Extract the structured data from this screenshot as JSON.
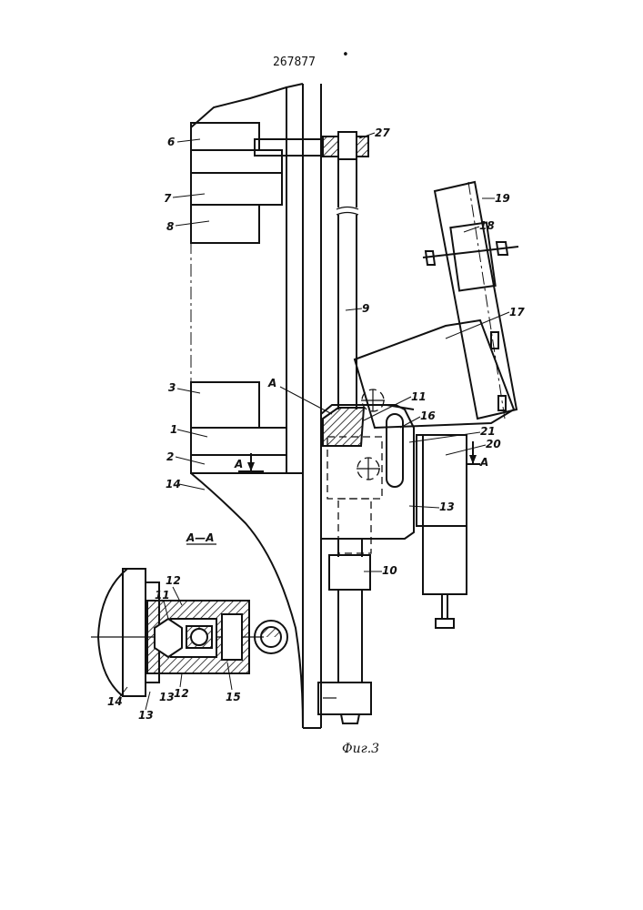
{
  "patent_number": "267877",
  "figure_caption": "Фиг.3",
  "section_title": "A—A",
  "section_marks": [
    "A",
    "A",
    "A"
  ],
  "part_labels": {
    "p1": "1",
    "p2": "2",
    "p3": "3",
    "p6": "6",
    "p7": "7",
    "p8": "8",
    "p9": "9",
    "p10": "10",
    "p11": "11",
    "p13": "13",
    "p14": "14",
    "p16": "16",
    "p17": "17",
    "p18": "18",
    "p19": "19",
    "p20": "20",
    "p21": "21",
    "p27": "27"
  },
  "section_labels": {
    "s11": "11",
    "s12a": "12",
    "s12b": "12",
    "s13a": "13",
    "s13b": "13",
    "s14": "14",
    "s15": "15"
  }
}
